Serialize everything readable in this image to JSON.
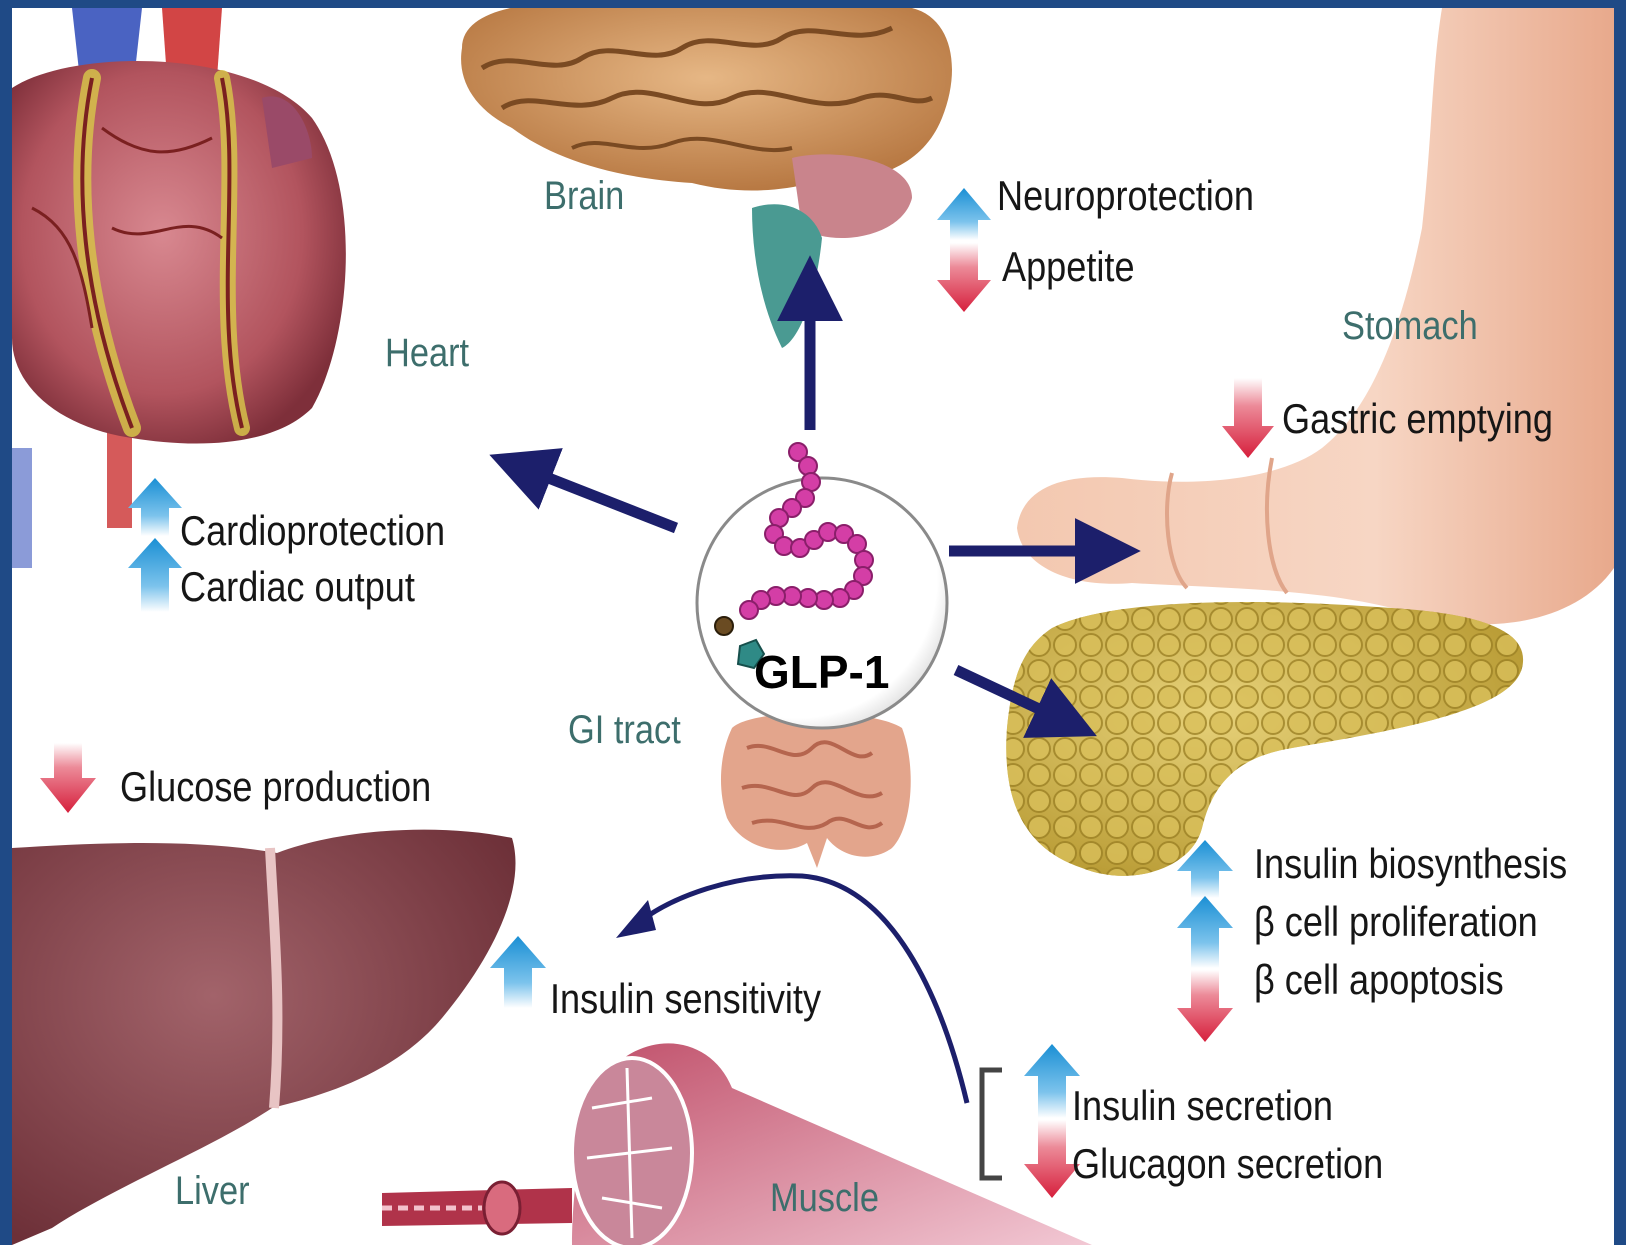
{
  "organs": {
    "brain": "Brain",
    "heart": "Heart",
    "stomach": "Stomach",
    "gi_tract": "GI tract",
    "liver": "Liver",
    "muscle": "Muscle"
  },
  "center": {
    "label": "GLP-1"
  },
  "effects": {
    "neuroprotection": {
      "text": "Neuroprotection",
      "direction": "up"
    },
    "appetite": {
      "text": "Appetite",
      "direction": "down"
    },
    "gastric_emptying": {
      "text": "Gastric emptying",
      "direction": "down"
    },
    "cardioprotection": {
      "text": "Cardioprotection",
      "direction": "up"
    },
    "cardiac_output": {
      "text": "Cardiac output",
      "direction": "up"
    },
    "glucose_production": {
      "text": "Glucose production",
      "direction": "down"
    },
    "insulin_sensitivity": {
      "text": "Insulin sensitivity",
      "direction": "up"
    },
    "insulin_biosynthesis": {
      "text": "Insulin biosynthesis",
      "direction": "up"
    },
    "beta_cell_proliferation": {
      "text": "β cell proliferation",
      "direction": "up"
    },
    "beta_cell_apoptosis": {
      "text": "β cell apoptosis",
      "direction": "down"
    },
    "insulin_secretion": {
      "text": "Insulin secretion",
      "direction": "up"
    },
    "glucagon_secretion": {
      "text": "Glucagon secretion",
      "direction": "down"
    }
  },
  "colors": {
    "frame": "#1f4a86",
    "arrow": "#1c1f6b",
    "up_arrow": "#1a8fd4",
    "down_arrow": "#d61f3c",
    "organ_label": "#3d6e6c"
  }
}
